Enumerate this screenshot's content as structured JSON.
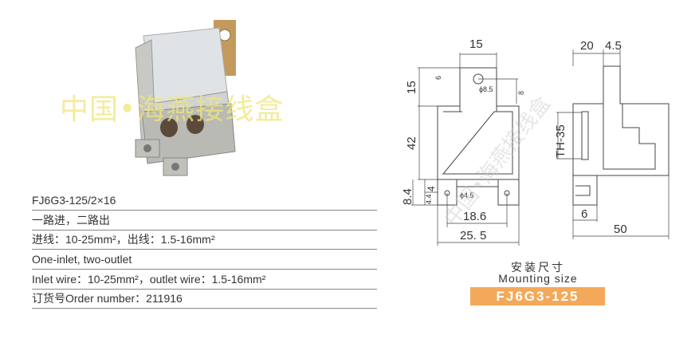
{
  "product": {
    "watermark": "中国•海燕接线盒",
    "title": "FJ6G3-125/2×16",
    "specs": [
      "一路进，二路出",
      "进线：10-25mm²，出线：1.5-16mm²",
      "One-inlet, two-outlet",
      "Inlet wire：10-25mm²，outlet wire：1.5-16mm²",
      "订货号Order number：211916"
    ]
  },
  "drawing": {
    "front": {
      "tab_width": "15",
      "tab_height": "15",
      "hole_offset": "6",
      "hole_dia": "ϕ8.5",
      "hole_depth": "8",
      "body_height": "42",
      "foot_height": "8.4",
      "foot_a": "4",
      "foot_b": "4.4",
      "mount_hole": "ϕ4.5",
      "hole_spacing": "18.6",
      "overall_width": "25. 5"
    },
    "side": {
      "depth_a": "20",
      "depth_b": "4.5",
      "rail": "TH-35",
      "foot": "6",
      "overall": "50"
    },
    "watermark": "中国•海燕接线盒"
  },
  "caption": {
    "cn": "安装尺寸",
    "en": "Mounting size",
    "model": "FJ6G3-125"
  },
  "colors": {
    "accent": "#f4a95a",
    "housing": "#b9bab4",
    "copper": "#c49a5c"
  }
}
